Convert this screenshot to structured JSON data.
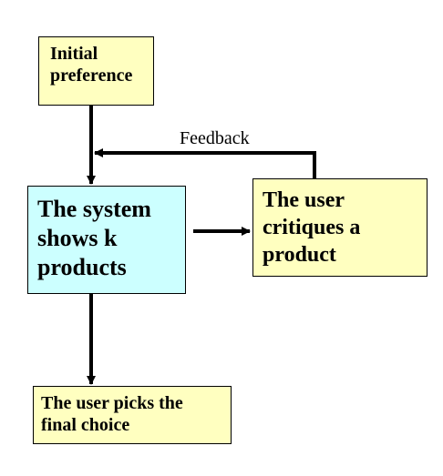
{
  "nodes": {
    "initial": {
      "lines": [
        "Initial",
        "preference"
      ]
    },
    "system": {
      "lines": [
        "The system",
        "shows k",
        "products"
      ]
    },
    "critique": {
      "lines": [
        "The user",
        "critiques a",
        "product"
      ]
    },
    "final": {
      "lines": [
        "The user picks the",
        "final choice"
      ]
    }
  },
  "edges": {
    "feedback_label": "Feedback"
  },
  "colors": {
    "yellow_box": "#ffffc0",
    "cyan_box": "#ccffff",
    "stroke": "#000000"
  }
}
